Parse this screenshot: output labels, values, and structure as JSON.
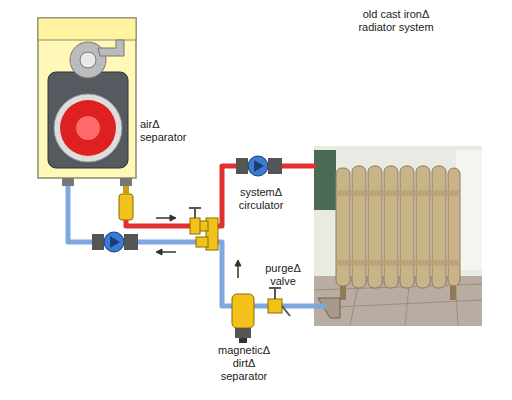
{
  "diagram": {
    "labels": [
      "old cast ironΔ radiator system",
      "airΔ separator",
      "systemΔ circulator",
      "purgeΔ valve",
      "magneticΔ dirtΔ separator"
    ]
  }
}
